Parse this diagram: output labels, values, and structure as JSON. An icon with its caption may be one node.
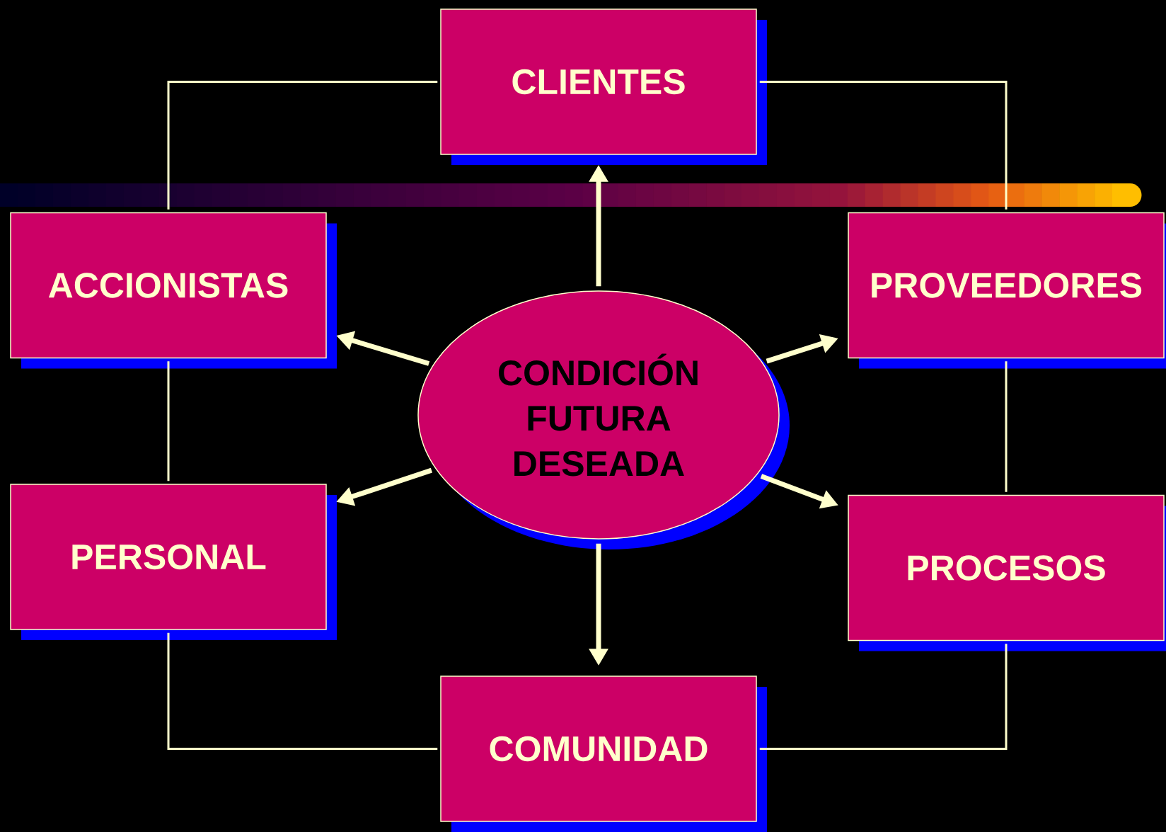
{
  "diagram": {
    "nodes": [
      {
        "text": [
          "CLIENTES"
        ]
      },
      {
        "text": [
          "ACCIONISTAS"
        ]
      },
      {
        "text": [
          "PROVEEDORES"
        ]
      },
      {
        "text": [
          "CONDICIÓN FUTURA DESEADA"
        ]
      },
      {
        "text": [
          "PERSONAL"
        ]
      },
      {
        "text": [
          "PROCESOS"
        ]
      },
      {
        "text": [
          "COMUNIDAD"
        ]
      }
    ],
    "edges": [
      {
        "from": 3,
        "to": 0,
        "arrow": "to",
        "style": "thick"
      },
      {
        "from": 3,
        "to": 1,
        "arrow": "to",
        "style": "thick"
      },
      {
        "from": 3,
        "to": 2,
        "arrow": "to",
        "style": "thick"
      },
      {
        "from": 3,
        "to": 4,
        "arrow": "to",
        "style": "thick"
      },
      {
        "from": 3,
        "to": 5,
        "arrow": "to",
        "style": "thick"
      },
      {
        "from": 3,
        "to": 6,
        "arrow": "to",
        "style": "thick"
      },
      {
        "from": 0,
        "to": 1,
        "arrow": "none"
      },
      {
        "from": 0,
        "to": 2,
        "arrow": "none"
      },
      {
        "from": 1,
        "to": 4,
        "arrow": "none"
      },
      {
        "from": 2,
        "to": 5,
        "arrow": "none"
      },
      {
        "from": 4,
        "to": 6,
        "arrow": "none"
      },
      {
        "from": 5,
        "to": 6,
        "arrow": "none"
      }
    ]
  }
}
